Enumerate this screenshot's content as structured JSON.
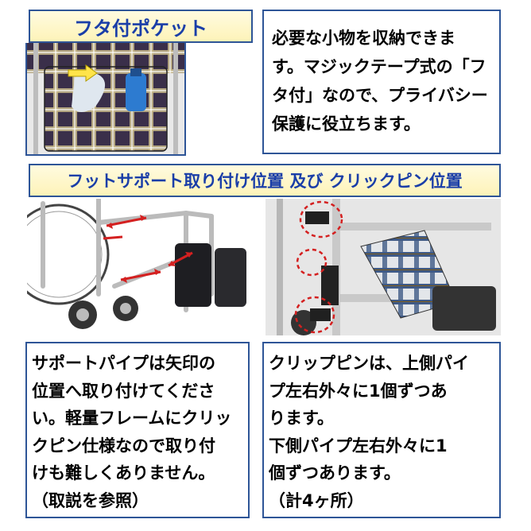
{
  "pocket": {
    "title": "フタ付ポケット",
    "description": [
      "必要な小物を収納できま",
      "す。マジックテープ式の「フ",
      "タ付」なので、プライバシー",
      "保護に役立ちます。"
    ]
  },
  "footsupport": {
    "title": "フットサポート取り付け位置 及び クリックピン位置"
  },
  "support_pipe": {
    "text": [
      "サポートパイプは矢印の",
      "位置へ取り付けてくださ",
      "い。軽量フレームにクリッ",
      "クピン仕様なので取り付",
      "けも難しくありません。",
      "（取説を参照）"
    ]
  },
  "click_pin": {
    "text": [
      "クリップピンは、上側パイ",
      "プ左右外々に1個ずつあ",
      "ります。",
      "下側パイプ左右外々に1",
      "個ずつあります。",
      "（計4ヶ所）"
    ]
  },
  "colors": {
    "border": "#2e5597",
    "title_text": "#1a3ea8",
    "title_bg": "#fdf3b8",
    "arrow": "#d42020",
    "tartan": "#3a2f4a"
  }
}
